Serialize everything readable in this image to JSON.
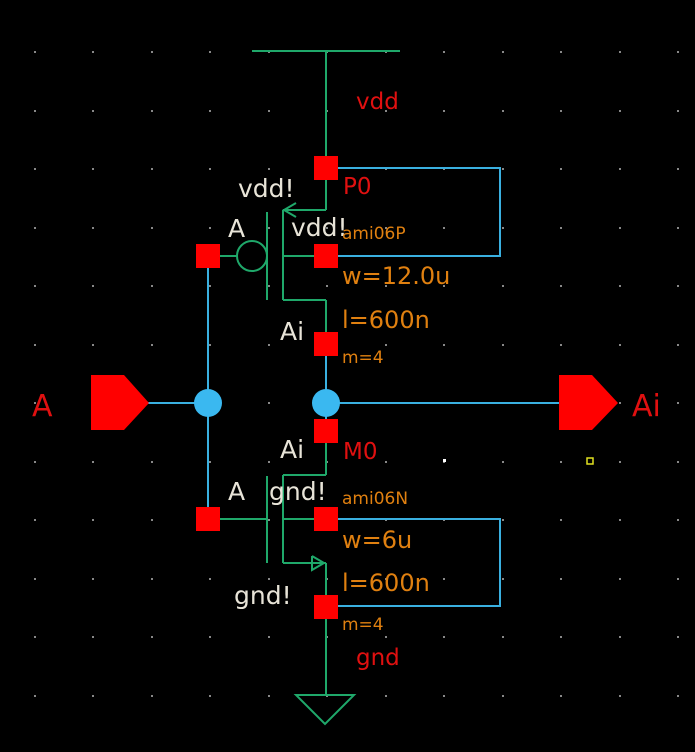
{
  "diagram": {
    "title": "CMOS inverter schematic",
    "colors": {
      "background": "#000000",
      "device_wire": "#1fa86a",
      "net_wire": "#3ab0e0",
      "pin": "#ff0000",
      "junction": "#3ab8f0",
      "net_label": "#e8e4d8",
      "instance_label": "#e01010",
      "parameter": "#e08010",
      "grid_dot": "#888888",
      "marker": "#e0e020"
    },
    "supply": {
      "vdd_label": "vdd",
      "gnd_label": "gnd"
    },
    "pmos": {
      "instance": "P0",
      "model": "ami06P",
      "width": "w=12.0u",
      "length": "l=600n",
      "multiplier": "m=4",
      "source_net": "vdd!",
      "bulk_net": "vdd!",
      "gate_net": "A",
      "drain_net": "Ai"
    },
    "nmos": {
      "instance": "M0",
      "model": "ami06N",
      "width": "w=6u",
      "length": "l=600n",
      "multiplier": "m=4",
      "drain_net": "Ai",
      "gate_net": "A",
      "bulk_net": "gnd!",
      "source_net": "gnd!"
    },
    "pins": {
      "input": "A",
      "output": "Ai"
    }
  }
}
